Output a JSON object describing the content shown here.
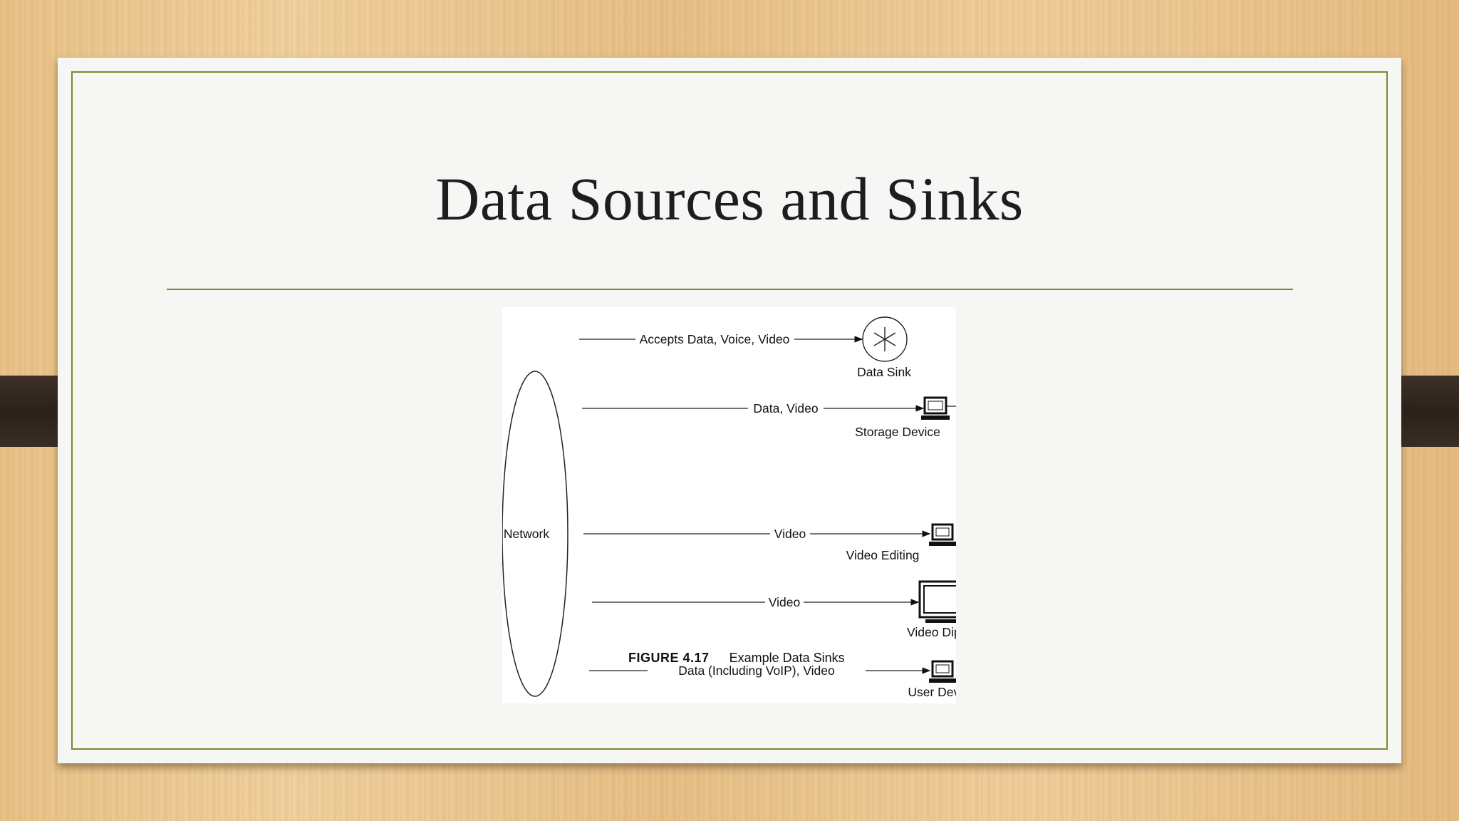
{
  "slide": {
    "title": "Data Sources and Sinks"
  },
  "figure": {
    "network_label": "Network",
    "links": [
      {
        "label": "Accepts Data, Voice, Video",
        "device": "Data Sink",
        "icon": "asterisk-circle-icon"
      },
      {
        "label": "Data, Video",
        "device": "Storage Device",
        "icon": "computer-storage-icon"
      },
      {
        "label": "Video",
        "device": "Video Editing",
        "icon": "computer-icon"
      },
      {
        "label": "Video",
        "device": "Video Diplay",
        "icon": "monitor-icon"
      },
      {
        "label": "Data (Including VoIP), Video",
        "device": "User Device",
        "icon": "computer-icon"
      }
    ],
    "caption_number": "FIGURE 4.17",
    "caption_text": "Example Data Sinks"
  },
  "colors": {
    "accent_line": "#7a8a2a",
    "slide_bg": "#f6f6f5",
    "title_text": "#1d1d1d"
  }
}
